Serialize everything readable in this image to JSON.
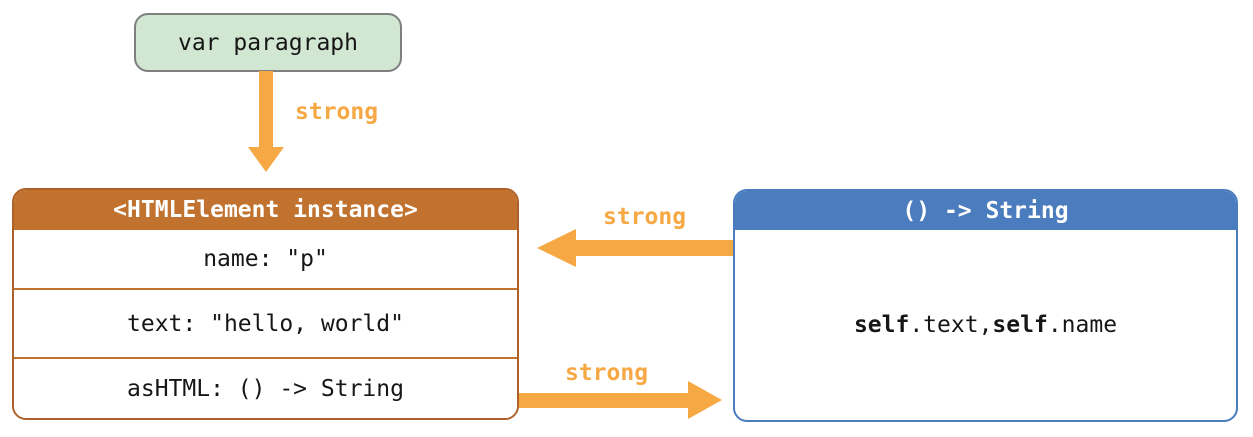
{
  "diagram": {
    "variable_node": {
      "label": "var paragraph"
    },
    "instance_node": {
      "title": "<HTMLElement instance>",
      "rows": [
        {
          "label": "name: \"p\""
        },
        {
          "label": "text: \"hello, world\""
        },
        {
          "label": "asHTML: () -> String"
        }
      ]
    },
    "closure_node": {
      "title": "() -> String",
      "body": [
        {
          "text": "self",
          "bold": true
        },
        {
          "text": ".text, ",
          "bold": false
        },
        {
          "text": "self",
          "bold": true
        },
        {
          "text": ".name",
          "bold": false
        }
      ]
    },
    "arrows": [
      {
        "id": "var-to-instance",
        "label": "strong",
        "direction": "down"
      },
      {
        "id": "closure-to-instance",
        "label": "strong",
        "direction": "left"
      },
      {
        "id": "instance-to-closure",
        "label": "strong",
        "direction": "right"
      }
    ],
    "colors": {
      "arrow": "#f6a844",
      "strong_label": "#f6a844",
      "instance_header": "#c1722f",
      "instance_border": "#ad6128",
      "closure_accent": "#4b7dbe",
      "variable_fill": "#d2e7d2",
      "variable_border": "#7f7f7f",
      "text": "#161616"
    }
  }
}
